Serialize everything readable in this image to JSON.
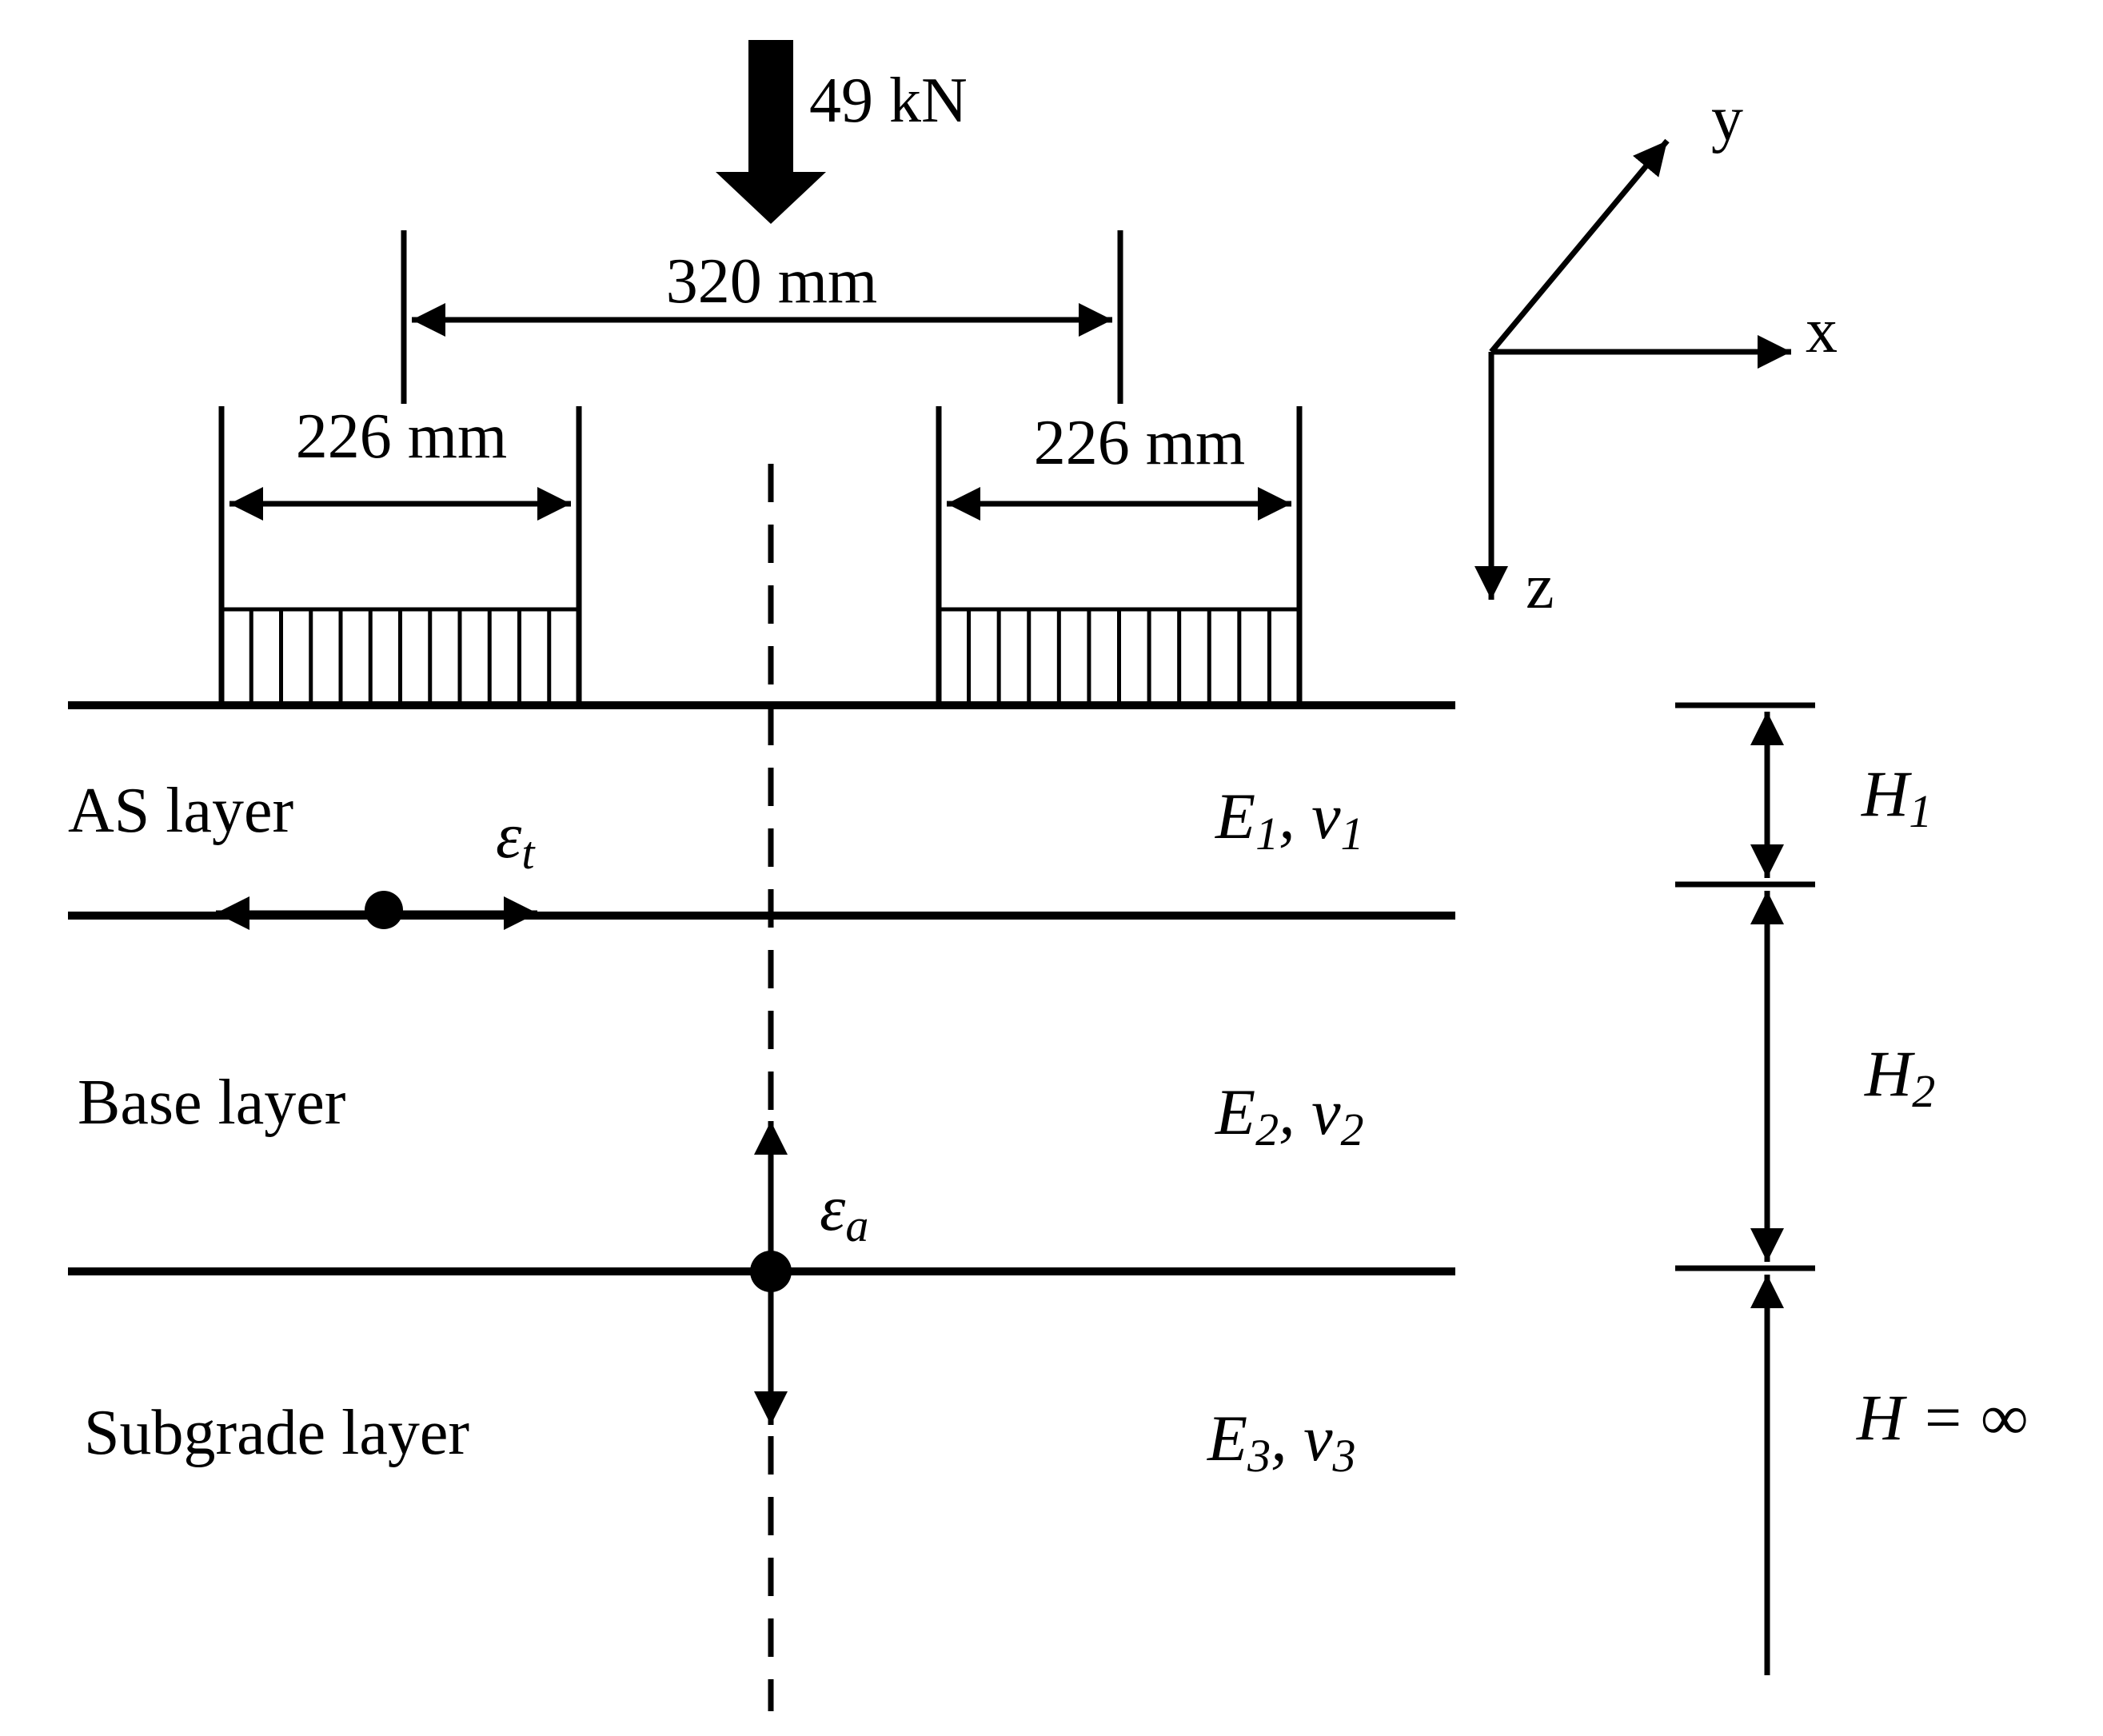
{
  "load": {
    "label": "49 kN"
  },
  "dimensions": {
    "wheel_spacing": "320 mm",
    "left_tire_width": "226 mm",
    "right_tire_width": "226 mm"
  },
  "axes": {
    "x": "x",
    "y": "y",
    "z": "z"
  },
  "layers": [
    {
      "name": "AS layer",
      "E": "E",
      "E_sub": "1",
      "nu": "ν",
      "nu_sub": "1",
      "H": "H",
      "H_sub": "1"
    },
    {
      "name": "Base layer",
      "E": "E",
      "E_sub": "2",
      "nu": "ν",
      "nu_sub": "2",
      "H": "H",
      "H_sub": "2"
    },
    {
      "name": "Subgrade layer",
      "E": "E",
      "E_sub": "3",
      "nu": "ν",
      "nu_sub": "3",
      "H": "H = ∞"
    }
  ],
  "strains": {
    "tensile": {
      "sym": "ε",
      "sub": "t"
    },
    "compressive": {
      "sym": "ε",
      "sub": "a"
    }
  }
}
